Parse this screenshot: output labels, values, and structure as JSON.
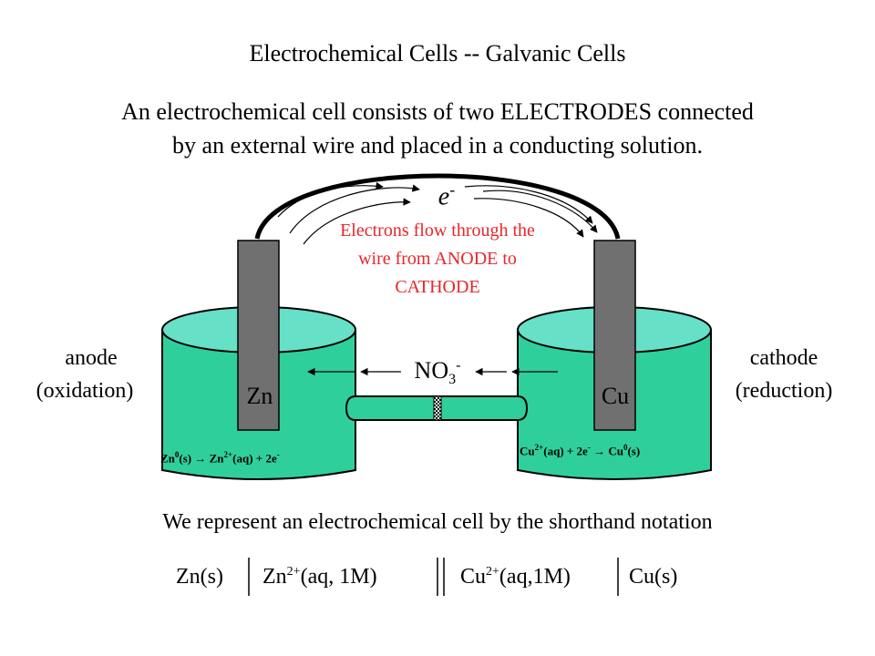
{
  "title": "Electrochemical Cells -- Galvanic Cells",
  "intro": {
    "line1": "An electrochemical cell consists of two ELECTRODES connected",
    "line2": "by an external wire and placed in a conducting solution."
  },
  "diagram": {
    "electron_symbol": "e",
    "electron_charge": "-",
    "electron_flow_note": {
      "line1": "Electrons flow through the",
      "line2": "wire from ANODE to",
      "line3": "CATHODE"
    },
    "anode_label": {
      "line1": "anode",
      "line2": "(oxidation)"
    },
    "cathode_label": {
      "line1": "cathode",
      "line2": "(reduction)"
    },
    "left_electrode": "Zn",
    "right_electrode": "Cu",
    "ion": {
      "base": "NO",
      "sub": "3",
      "sup": "-"
    },
    "zn_reaction": {
      "p1": "Zn",
      "s1": "0",
      "p2": "(s)",
      "arrow": " → ",
      "p3": "Zn",
      "s2": "2+",
      "p4": "(aq) + 2e",
      "s3": "-"
    },
    "cu_reaction": {
      "p1": "Cu",
      "s1": "2+",
      "p2": "(aq) + 2e",
      "s2": "-",
      "arrow": " → ",
      "p3": "Cu",
      "s3": "0",
      "p4": "(s)"
    },
    "colors": {
      "solution": "#2fcf9c",
      "solution_top": "#66e0c6",
      "electrode": "#707070",
      "flow_text": "#e8262b"
    }
  },
  "shorthand": {
    "intro": "We represent an electrochemical cell by the shorthand notation",
    "part1": "Zn(s)",
    "part2_base": "Zn",
    "part2_sup": "2+",
    "part2_rest": "(aq, 1M)",
    "part3_base": "Cu",
    "part3_sup": "2+",
    "part3_rest": "(aq,1M)",
    "part4": "Cu(s)"
  }
}
